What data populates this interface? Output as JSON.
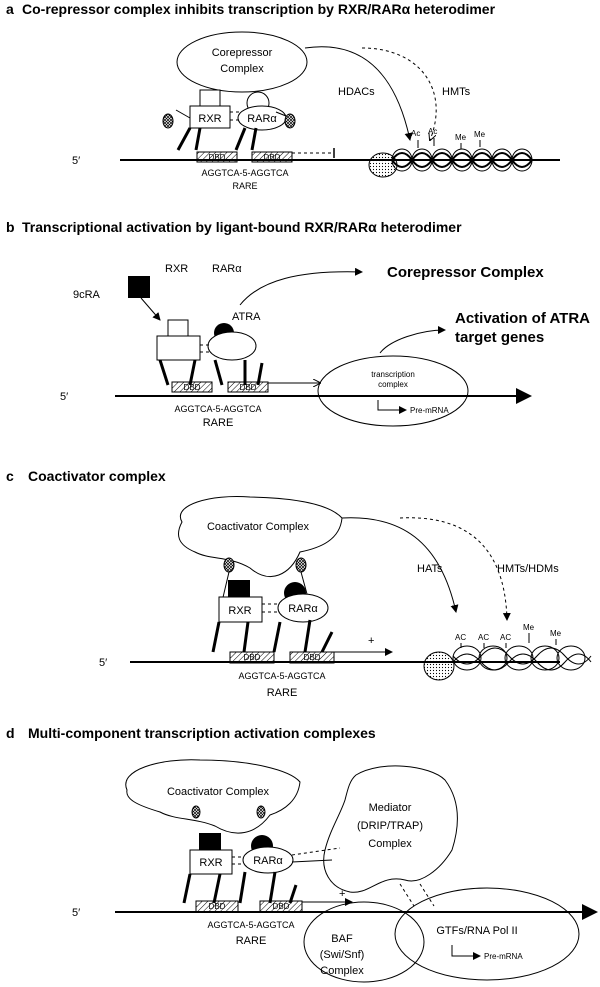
{
  "panels": {
    "a": {
      "label": "a",
      "title": "Co-repressor complex inhibits transcription by RXR/RARα heterodimer",
      "corepressor": "Corepressor\nComplex",
      "corepressor_line1": "Corepressor",
      "corepressor_line2": "Complex",
      "hdacs": "HDACs",
      "hmts": "HMTs",
      "rxr": "RXR",
      "rar": "RARα",
      "dbd": "DBD",
      "sequence": "AGGTCA-5-AGGTCA",
      "rare": "RARE",
      "five_prime": "5′",
      "ac": "Ac",
      "me": "Me"
    },
    "b": {
      "label": "b",
      "title": "Transcriptional activation by ligant-bound RXR/RARα heterodimer",
      "ligand_9cra": "9cRA",
      "rxr": "RXR",
      "rar": "RARα",
      "atra": "ATRA",
      "corepressor_out": "Corepressor Complex",
      "activation_line1": "Activation of ATRA",
      "activation_line2": "target genes",
      "transcription_line1": "transcription",
      "transcription_line2": "complex",
      "pre_mrna": "Pre-mRNA",
      "dbd": "DBD",
      "sequence": "AGGTCA-5-AGGTCA",
      "rare": "RARE",
      "five_prime": "5′"
    },
    "c": {
      "label": "c",
      "title": "Coactivator complex",
      "coactivator": "Coactivator Complex",
      "hats": "HATs",
      "hmts_hdms": "HMTs/HDMs",
      "rxr": "RXR",
      "rar": "RARα",
      "plus": "+",
      "ac": "AC",
      "me": "Me",
      "dbd": "DBD",
      "sequence": "AGGTCA-5-AGGTCA",
      "rare": "RARE",
      "five_prime": "5′"
    },
    "d": {
      "label": "d",
      "title": "Multi-component transcription activation complexes",
      "coactivator": "Coactivator Complex",
      "mediator_line1": "Mediator",
      "mediator_line2": "(DRIP/TRAP)",
      "mediator_line3": "Complex",
      "gtfs": "GTFs/RNA Pol II",
      "baf_line1": "BAF",
      "baf_line2": "(Swi/Snf)",
      "baf_line3": "Complex",
      "pre_mrna": "Pre-mRNA",
      "rxr": "RXR",
      "rar": "RARα",
      "plus": "+",
      "dbd": "DBD",
      "sequence": "AGGTCA-5-AGGTCA",
      "rare": "RARE",
      "five_prime": "5′"
    }
  }
}
